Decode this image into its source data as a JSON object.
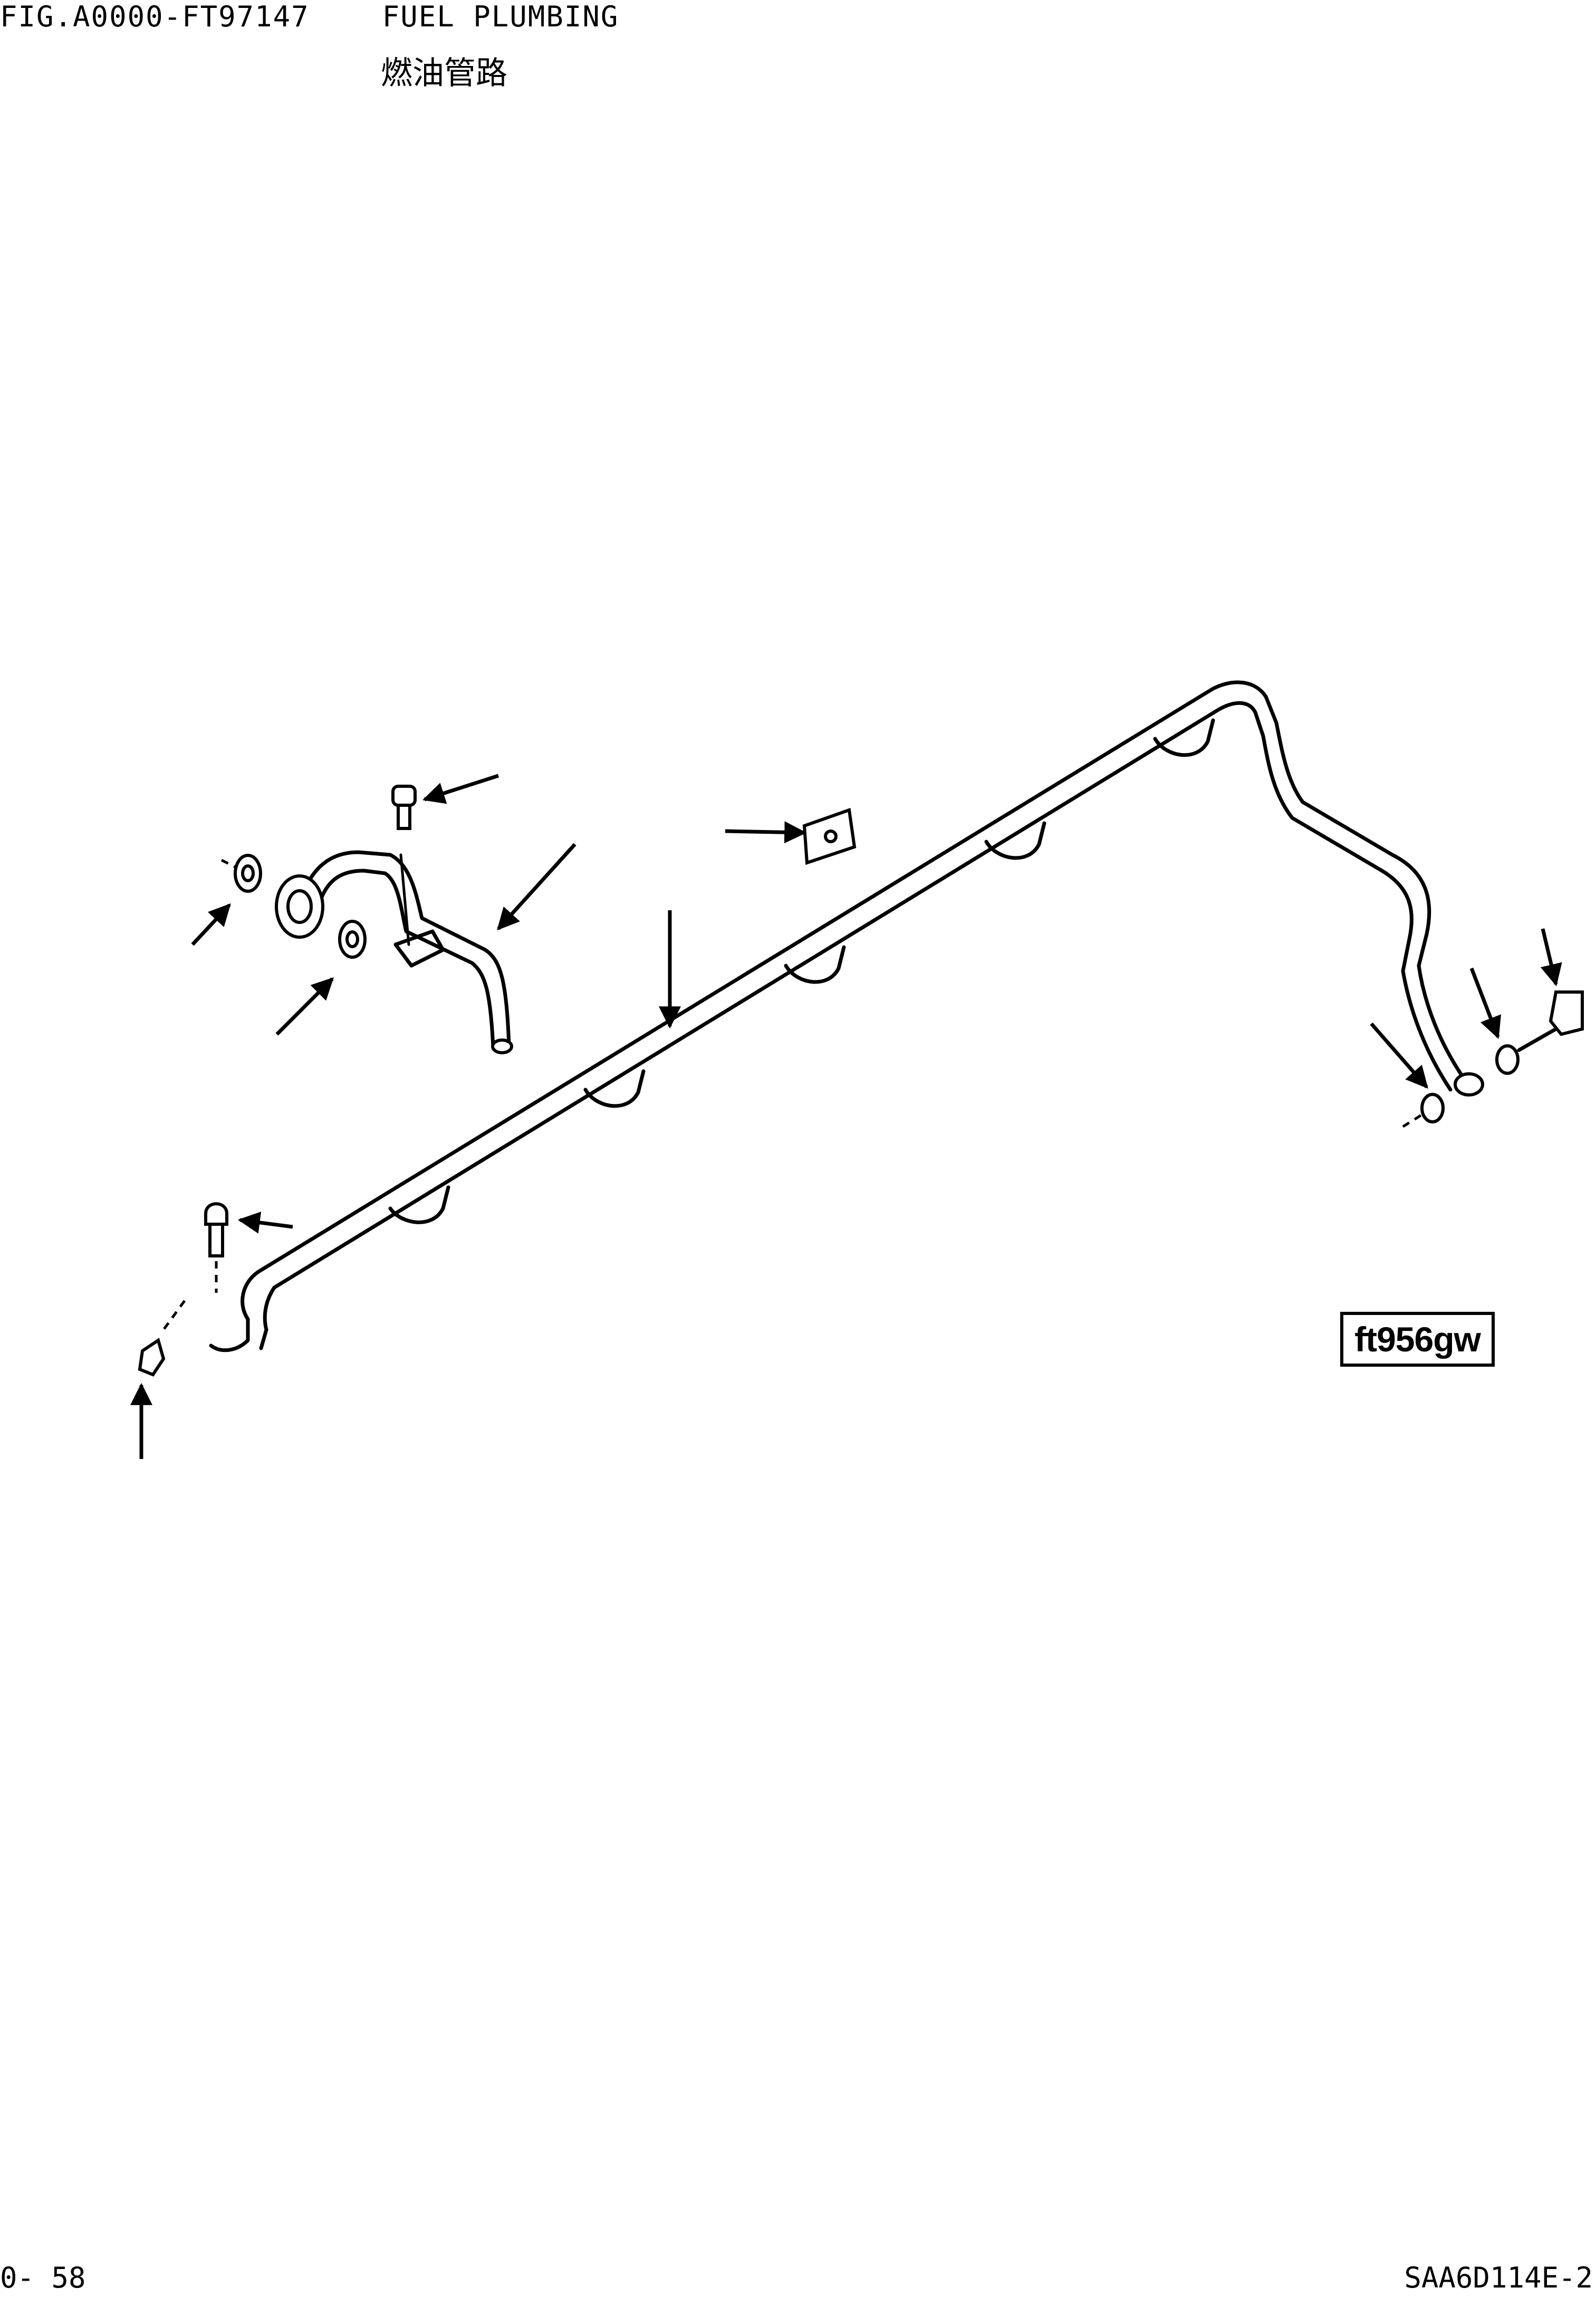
{
  "header": {
    "figure_id": "FIG.A0000-FT97147",
    "title": "FUEL PLUMBING",
    "subtitle": "燃油管路"
  },
  "drawing": {
    "reference_code": "ft956gw"
  },
  "footer": {
    "page": "0- 58",
    "model": "SAA6D114E-2"
  },
  "colors": {
    "ink": "#000000",
    "paper": "#ffffff"
  }
}
